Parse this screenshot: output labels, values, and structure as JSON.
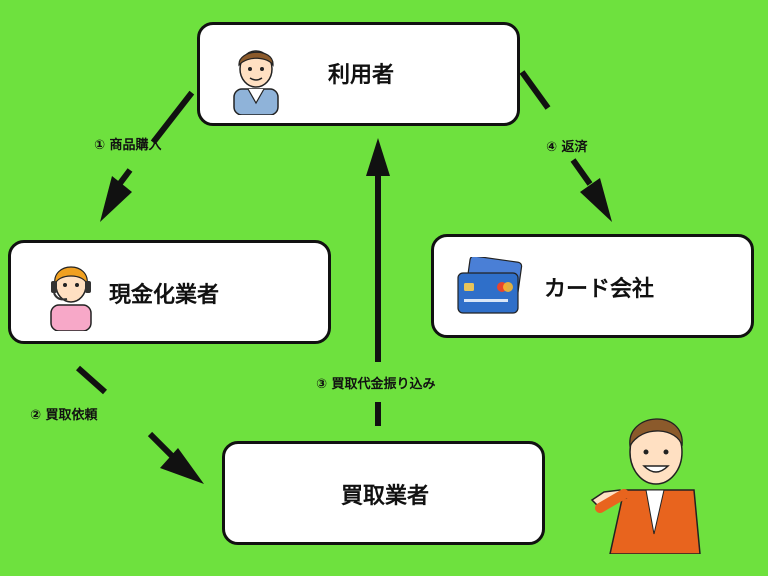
{
  "colors": {
    "background": "#6ee13e",
    "box_fill": "#ffffff",
    "stroke": "#111111"
  },
  "nodes": {
    "user": {
      "label": "利用者",
      "icon": "user-avatar-icon"
    },
    "cash_dealer": {
      "label": "現金化業者",
      "icon": "operator-headset-icon"
    },
    "card_company": {
      "label": "カード会社",
      "icon": "credit-card-icon"
    },
    "buyer": {
      "label": "買取業者"
    }
  },
  "edges": {
    "purchase": {
      "label": "① 商品購入"
    },
    "request": {
      "label": "② 買取依頼"
    },
    "transfer": {
      "label": "③ 買取代金振り込み"
    },
    "repay": {
      "label": "④ 返済"
    }
  },
  "decorations": {
    "presenter": {
      "icon": "presenter-man-icon"
    }
  }
}
